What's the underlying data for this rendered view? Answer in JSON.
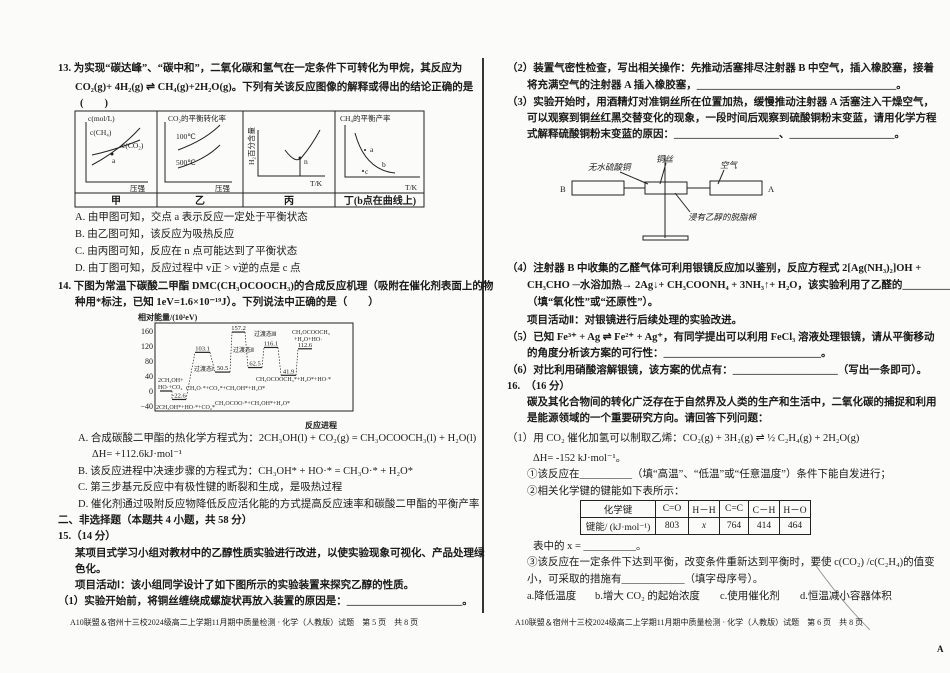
{
  "left": {
    "q13": [
      "13. 为实现“碳达峰”、“碳中和”，二氧化碳和氢气在一定条件下可转化为甲烷，其反应为",
      "CO₂(g)+ 4H₂(g) ⇌ CH₄(g)+2H₂O(g)。下列有关该反应图像的解释或得出的结论正确的是",
      "(　　)"
    ],
    "q13_graphs": {
      "jia": {
        "ylabel": "c(mol/L)",
        "curve1": "c(CH₄)",
        "curve2": "c(CO₂)",
        "point": "a",
        "xlabel": "压强",
        "caption": "甲"
      },
      "yi": {
        "ylabel": "CO₂的平衡转化率",
        "curve1": "100℃",
        "curve2": "500℃",
        "xlabel": "压强",
        "caption": "乙"
      },
      "bing": {
        "ylabel": "H₂百分含量",
        "point": "n",
        "xlabel": "T/K",
        "caption": "丙"
      },
      "ding": {
        "ylabel": "CH₄的平衡产率",
        "points": [
          "a",
          "b",
          "c"
        ],
        "xlabel": "T/K",
        "caption": "丁(b点在曲线上)"
      }
    },
    "q13_options": [
      "A. 由甲图可知，交点 a 表示反应一定处于平衡状态",
      "B. 由乙图可知，该反应为吸热反应",
      "C. 由丙图可知，反应在 n 点可能达到了平衡状态",
      "D. 由丁图可知，反应过程中 v正 > v逆的点是 c 点"
    ],
    "q14": [
      "14. 下图为常温下碳酸二甲酯 DMC(CH₃OCOOCH₃)的合成反应机理（吸附在催化剂表面上的物",
      "种用*标注，已知 1eV=1.6×10⁻¹⁹J）。下列说法中正确的是（　　）"
    ],
    "q14_chart": {
      "ylabel": "相对能量/(10²eV)",
      "xlabel": "反应进程",
      "yticks": [
        "160",
        "120",
        "80",
        "40",
        "0",
        "−40"
      ],
      "ytick_values": [
        160,
        120,
        80,
        40,
        0,
        -40
      ],
      "levels": [
        0,
        -22.6,
        103.1,
        50.5,
        157.2,
        62.5,
        116.1,
        41.9,
        112.6
      ],
      "level_labels": [
        "-22.6",
        "103.1",
        "50.5",
        "157.2",
        "62.5",
        "116.1",
        "41.9",
        "112.6"
      ],
      "annotations": [
        "2CH₃OH+",
        "HO·+CO₂",
        "过渡态Ⅰ",
        "过渡态Ⅱ",
        "过渡态Ⅲ",
        "CH₃OCOOCH₃",
        "+H₂O+HO·",
        "CH₃O·*+CO₂*+CH₃OH*+H₂O*",
        "CH₃OCOOCH₃*+H₂O*+HO·*",
        "CH₃OCOO·*+CH₃OH*+H₂O*",
        "2CH₃OH*+HO·*+CO₂*"
      ]
    },
    "q14_options": [
      "A. 合成碳酸二甲酯的热化学方程式为：2CH₃OH(l) + CO₂(g) = CH₃OCOOCH₃(l) + H₂O(l)",
      "ΔH= +112.6kJ·mol⁻¹",
      "B. 该反应进程中决速步骤的方程式为：CH₃OH* + HO·* = CH₃O·* + H₂O*",
      "C. 第三步基元反应中有极性键的断裂和生成，是吸热过程",
      "D. 催化剂通过吸附反应物降低反应活化能的方式提高反应速率和碳酸二甲酯的平衡产率"
    ],
    "section2": "二、非选择题（本题共 4 小题，共 58 分）",
    "q15": [
      "15.（14 分）",
      "某项目式学习小组对教材中的乙醇性质实验进行改进，以使实验现象可视化、产品处理绿",
      "色化。",
      "项目活动Ⅰ：该小组同学设计了如下图所示的实验装置来探究乙醇的性质。",
      "（1）实验开始前，将铜丝缠绕成螺旋状再放入装置的原因是：______________________。"
    ],
    "footer": "A10联盟＆宿州十三校2024级高二上学期11月期中质量检测 · 化学（人教版）试题　第 5 页　共 8 页"
  },
  "right": {
    "q15_cont": [
      "（2）装置气密性检查，写出相关操作：先推动活塞排尽注射器 B 中空气，插入橡胶塞，接着",
      "将充满空气的注射器 A 插入橡胶塞，______________________________________。",
      "（3）实验开始时，用酒精灯对准铜丝所在位置加热，缓慢推动注射器 A 活塞注入干燥空气，",
      "可以观察到铜丝红黑交替变化的现象，一段时间后观察到硫酸铜粉末变蓝，请用化学方程",
      "式解释硫酸铜粉末变蓝的原因：____________________、____________________。"
    ],
    "apparatus": {
      "label_cuso4": "无水硫酸铜",
      "label_cu": "铜丝",
      "label_air": "空气",
      "label_b": "B",
      "label_a": "A",
      "label_cotton": "浸有乙醇的脱脂棉"
    },
    "q15_more": [
      "（4）注射器 B 中收集的乙醛气体可利用银镜反应加以鉴别，反应方程式 2[Ag(NH₃)₂]OH +",
      "CH₃CHO ─水浴加热→ 2Ag↓+ CH₃COONH₄ + 3NH₃↑+ H₂O，该实验利用了乙醛的__________",
      "（填“氧化性”或“还原性”）。",
      "项目活动Ⅱ：对银镜进行后续处理的实验改进。",
      "（5）已知 Fe³⁺ + Ag ⇌ Fe²⁺ + Ag⁺，有同学提出可以利用 FeCl₃ 溶液处理银镜，请从平衡移动",
      "的角度分析该方案的可行性：______________________________。",
      "（6）对比利用硝酸溶解银镜，该方案的优点有：____________________（写出一条即可）。"
    ],
    "q16": [
      "16.　（16 分）",
      "碳及其化合物间的转化广泛存在于自然界及人类的生产和生活中，二氧化碳的捕捉和利用",
      "是能源领域的一个重要研究方向。请回答下列问题：",
      "（1）用 CO₂ 催化加氢可以制取乙烯：CO₂(g) + 3H₂(g) ⇌ ½ C₂H₄(g) + 2H₂O(g)",
      "ΔH= -152 kJ·mol⁻¹。",
      "①该反应在__________（填“高温”、“低温”或“任意温度”）条件下能自发进行；",
      "②相关化学键的键能如下表所示："
    ],
    "bond_table": {
      "headers": [
        "化学键",
        "C=O",
        "H－H",
        "C=C",
        "C－H",
        "H－O"
      ],
      "values": [
        "键能/ (kJ·mol⁻¹)",
        "803",
        "x",
        "764",
        "414",
        "464"
      ]
    },
    "q16_more": [
      "表中的 x = __________。",
      "③该反应在一定条件下达到平衡，改变条件重新达到平衡时，要使 c(CO₂) /c(C₂H₄)的值变",
      "小，可采取的措施有____________（填字母序号）。"
    ],
    "q16_options": [
      "a.降低温度",
      "b.增大 CO₂ 的起始浓度",
      "c.使用催化剂",
      "d.恒温减小容器体积"
    ],
    "footer": "A10联盟＆宿州十三校2024级高二上学期11月期中质量检测 · 化学（人教版）试题　第 6 页　共 8 页"
  },
  "corner_mark": "A"
}
